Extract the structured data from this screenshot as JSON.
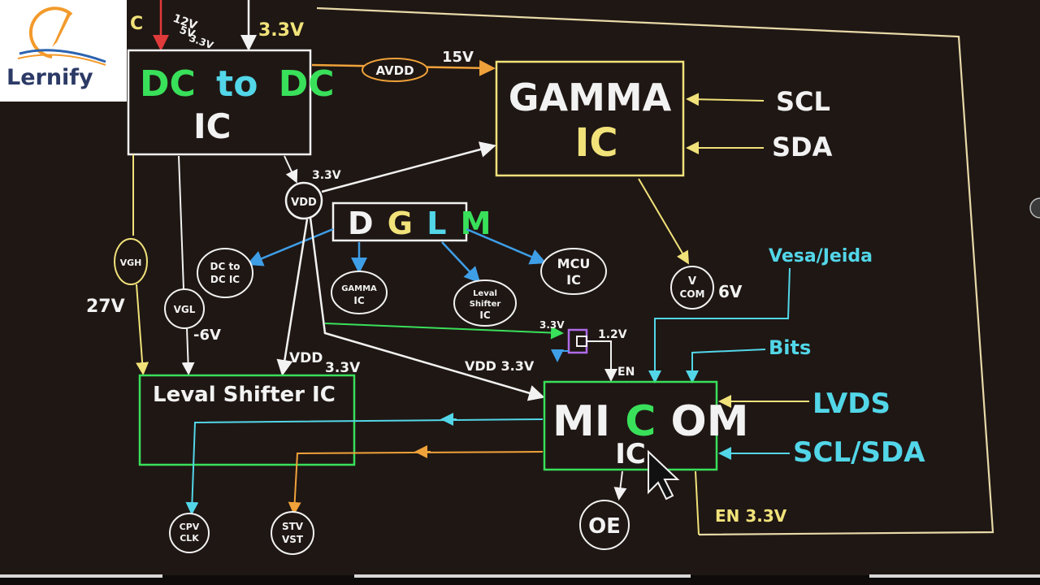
{
  "brand": {
    "logo_text": "Lernify"
  },
  "colors": {
    "board": "#1f1714",
    "white": "#f2f2f2",
    "green": "#39e05a",
    "cyan": "#52d6e8",
    "yellow": "#f1e27a",
    "orange": "#f0a23a",
    "blue": "#3e9ee6",
    "red": "#e03a3a",
    "purple": "#b06be8"
  },
  "blocks": {
    "dcdc": {
      "line1_a": "DC",
      "line1_b": "to",
      "line1_c": "DC",
      "line2": "IC"
    },
    "gamma": {
      "line1": "GAMMA",
      "line2": "IC"
    },
    "dglm": {
      "d": "D",
      "g": "G",
      "l": "L",
      "m": "M"
    },
    "level_shifter": {
      "label": "Leval Shifter IC"
    },
    "micom": {
      "mi": "MI",
      "c": "C",
      "om": "OM",
      "line2": "IC"
    }
  },
  "circles": {
    "avdd": "AVDD",
    "vdd": "VDD",
    "vgh": "VGH",
    "vgl": "VGL",
    "vcom_top": "V",
    "vcom_bottom": "COM",
    "dcdc_small_top": "DC to",
    "dcdc_small_bottom": "DC IC",
    "gamma_small_top": "GAMMA",
    "gamma_small_bottom": "IC",
    "ls_small_top": "Leval",
    "ls_small_mid": "Shifter",
    "ls_small_bottom": "IC",
    "mcu_top": "MCU",
    "mcu_bottom": "IC",
    "cpv_top": "CPV",
    "cpv_bottom": "CLK",
    "stv_top": "STV",
    "stv_bottom": "VST",
    "oe": "OE"
  },
  "labels": {
    "top_left_cut": "C",
    "top_12v": "12V",
    "top_5v": "5V",
    "top_33v_small": "3.3V",
    "top_33v": "3.3V",
    "v15": "15V",
    "scl": "SCL",
    "sda": "SDA",
    "v33_near_vdd": "3.3V",
    "v27": "27V",
    "minus6v": "-6V",
    "vdd_ls": "VDD",
    "v33_ls": "3.3V",
    "vdd_micom": "VDD 3.3V",
    "reg_in": "3.3V",
    "reg_out": "1.2V",
    "en": "EN",
    "v6": "6V",
    "vesa": "Vesa/Jeida",
    "bits": "Bits",
    "lvds": "LVDS",
    "sclsda": "SCL/SDA",
    "en33": "EN 3.3V"
  }
}
